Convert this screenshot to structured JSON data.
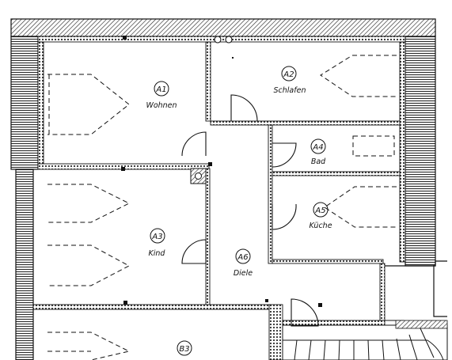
{
  "plan": {
    "colors": {
      "wall": "#111111",
      "hatch": "#2b2b2b",
      "paper": "#ffffff"
    },
    "rooms": [
      {
        "id": "a1",
        "code": "A1",
        "name": "Wohnen"
      },
      {
        "id": "a2",
        "code": "A2",
        "name": "Schlafen"
      },
      {
        "id": "a3",
        "code": "A3",
        "name": "Kind"
      },
      {
        "id": "a4",
        "code": "A4",
        "name": "Bad"
      },
      {
        "id": "a5",
        "code": "A5",
        "name": "Küche"
      },
      {
        "id": "a6",
        "code": "A6",
        "name": "Diele"
      },
      {
        "id": "b3",
        "code": "B3",
        "name": ""
      }
    ]
  }
}
